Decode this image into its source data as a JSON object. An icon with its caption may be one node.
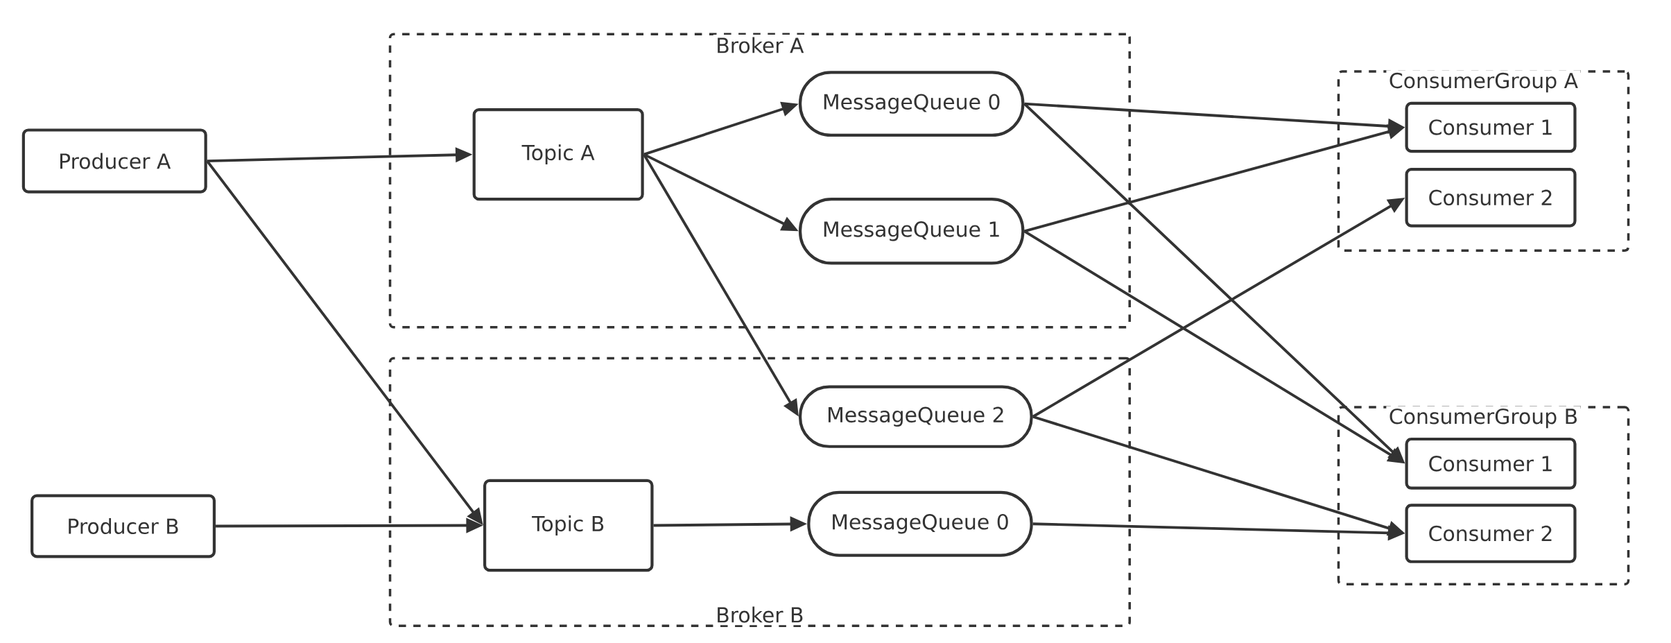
{
  "diagram": {
    "nodes": [
      {
        "text": [
          "Producer A"
        ]
      },
      {
        "text": [
          "Broker A"
        ]
      },
      {
        "text": [
          "Topic A"
        ],
        "in": 1
      },
      {
        "text": [
          "MessageQueue 0"
        ],
        "in": 1
      },
      {
        "text": [
          "MessageQueue 1"
        ],
        "in": 1
      },
      {
        "text": [
          "ConsumerGroup A"
        ]
      },
      {
        "text": [
          "Consumer 1"
        ],
        "in": 5
      },
      {
        "text": [
          "Consumer 2"
        ],
        "in": 5
      },
      {
        "text": [
          "Broker B"
        ]
      },
      {
        "text": [
          "MessageQueue 2"
        ],
        "in": 8
      },
      {
        "text": [
          "Producer B"
        ]
      },
      {
        "text": [
          "Topic B"
        ],
        "in": 8
      },
      {
        "text": [
          "MessageQueue 0"
        ],
        "in": 8
      },
      {
        "text": [
          "ConsumerGroup B"
        ]
      },
      {
        "text": [
          "Consumer 1"
        ],
        "in": 13
      },
      {
        "text": [
          "Consumer 2"
        ],
        "in": 13
      }
    ],
    "edges": [
      {
        "from": 0,
        "to": 2,
        "arrow": "to"
      },
      {
        "from": 0,
        "to": 11,
        "arrow": "to"
      },
      {
        "from": 2,
        "to": 3,
        "arrow": "to"
      },
      {
        "from": 2,
        "to": 4,
        "arrow": "to"
      },
      {
        "from": 2,
        "to": 9,
        "arrow": "to"
      },
      {
        "from": 10,
        "to": 11,
        "arrow": "to"
      },
      {
        "from": 11,
        "to": 12,
        "arrow": "to"
      },
      {
        "from": 3,
        "to": 6,
        "arrow": "to"
      },
      {
        "from": 3,
        "to": 14,
        "arrow": "to"
      },
      {
        "from": 4,
        "to": 6,
        "arrow": "to"
      },
      {
        "from": 4,
        "to": 14,
        "arrow": "to"
      },
      {
        "from": 9,
        "to": 7,
        "arrow": "to"
      },
      {
        "from": 9,
        "to": 15,
        "arrow": "to"
      },
      {
        "from": 12,
        "to": 15,
        "arrow": "to"
      }
    ]
  }
}
